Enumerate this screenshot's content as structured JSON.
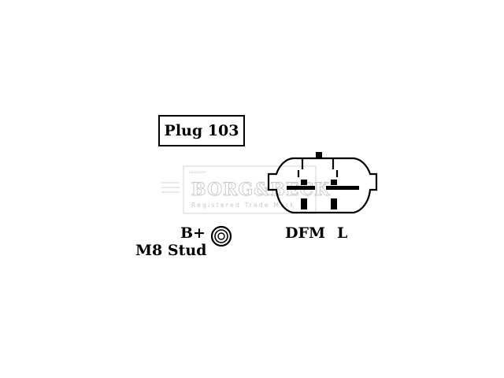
{
  "diagram": {
    "plug_title": "Plug 103",
    "terminal_b_plus": "B+",
    "terminal_stud": "M8 Stud",
    "terminal_dfm": "DFM",
    "terminal_l": "L"
  },
  "watermark": {
    "brand": "BORG&BECK",
    "subtitle": "Registered Trade Mark",
    "tag": "Genuine"
  },
  "colors": {
    "line": "#000000",
    "watermark": "#c8c8c8"
  }
}
